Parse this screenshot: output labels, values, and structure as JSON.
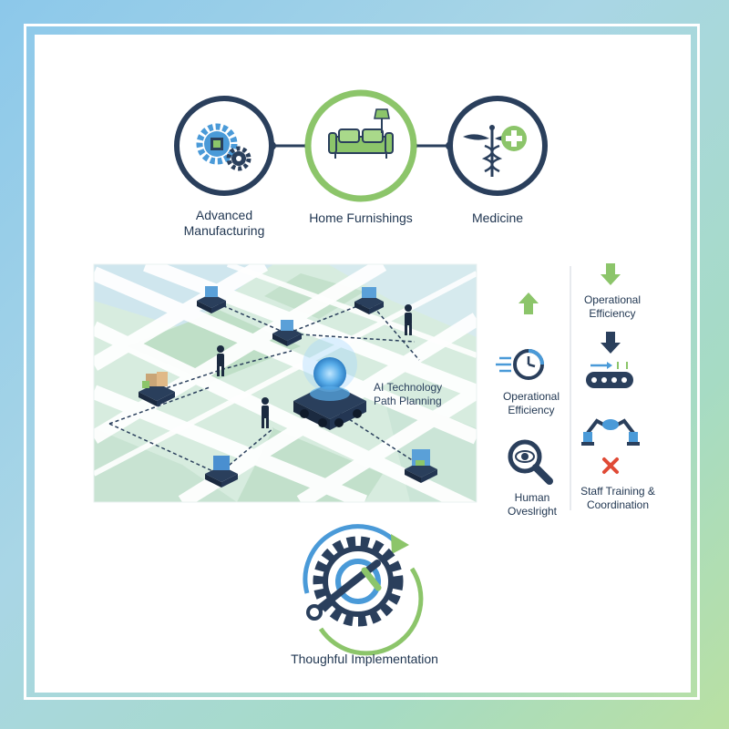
{
  "industries": [
    {
      "label": "Advanced Manufacturing",
      "icon": "gears-chip-icon"
    },
    {
      "label": "Home Furnishings",
      "icon": "sofa-lamp-icon"
    },
    {
      "label": "Medicine",
      "icon": "caduceus-plus-icon"
    }
  ],
  "map": {
    "center_label": "AI Technology Path Planning"
  },
  "mid_column": {
    "efficiency_label": "Operational Efficiency",
    "oversight_label": "Human Oveslright"
  },
  "right_column": {
    "efficiency_label": "Operational Efficiency",
    "training_label": "Staff Training & Coordination"
  },
  "footer": {
    "label": "Thoughful Implementation"
  },
  "colors": {
    "navy": "#2a3f5c",
    "green": "#8cc56a",
    "blue": "#4a9ad8",
    "red": "#e04a36"
  }
}
